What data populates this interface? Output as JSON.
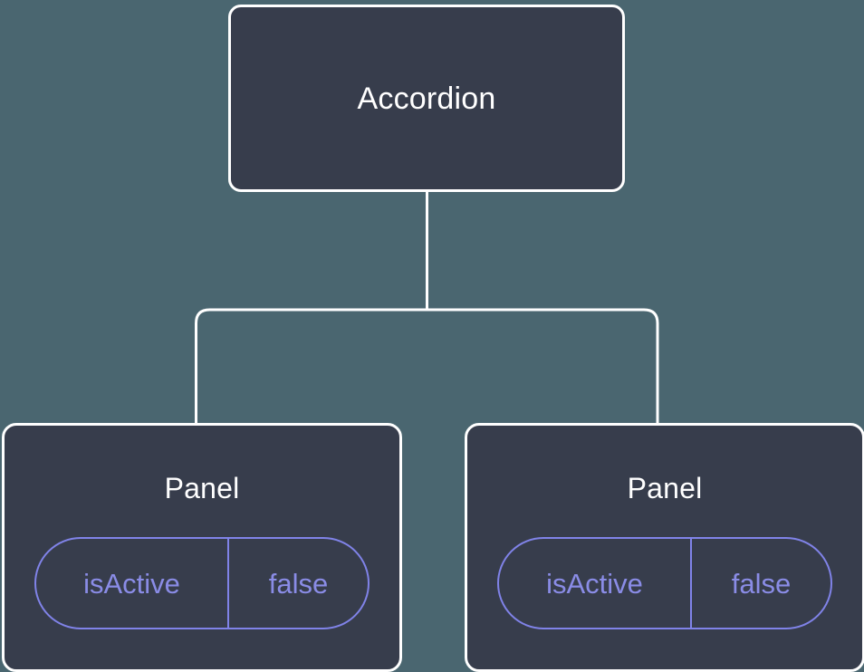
{
  "diagram": {
    "type": "component-tree",
    "background_color": "#4a6670",
    "node_fill_color": "#373d4c",
    "node_border_color": "#ffffff",
    "connector_color": "#ffffff",
    "prop_accent_color": "#8a8ce6",
    "title_color": "#ffffff",
    "root": {
      "label": "Accordion"
    },
    "children": [
      {
        "label": "Panel",
        "prop": {
          "key": "isActive",
          "value": "false"
        }
      },
      {
        "label": "Panel",
        "prop": {
          "key": "isActive",
          "value": "false"
        }
      }
    ]
  }
}
